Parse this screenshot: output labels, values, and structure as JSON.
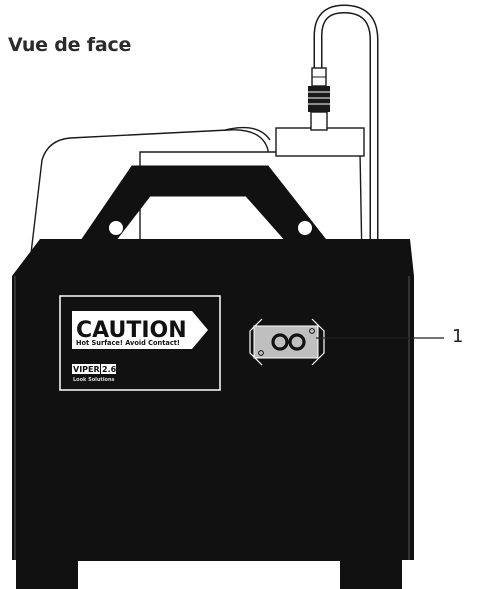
{
  "title": "Vue de face",
  "callouts": [
    {
      "label": "1"
    }
  ],
  "label_plate": {
    "heading": "CAUTION",
    "subheading": "Hot Surface! Avoid Contact!",
    "model": "VIPER",
    "model_version": "2.6",
    "maker": "Look Solutions"
  },
  "colors": {
    "body": "#111111",
    "line": "#1a1a1a",
    "plate": "#bfbfbf",
    "background": "#ffffff"
  }
}
